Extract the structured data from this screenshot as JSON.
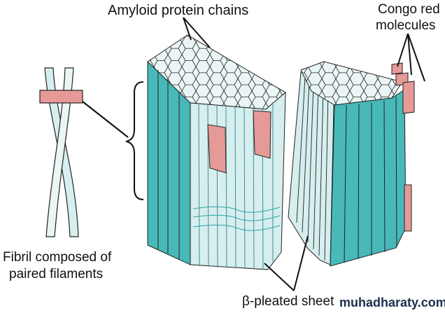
{
  "labels": {
    "amyloid": "Amyloid protein chains",
    "congo_line1": "Congo red",
    "congo_line2": "molecules",
    "fibril_line1": "Fibril composed of",
    "fibril_line2": "paired filaments",
    "beta_sheet": "β-pleated sheet"
  },
  "watermark": "muhadharaty.com",
  "colors": {
    "teal": "#48b8b9",
    "light_teal": "#d7eeee",
    "pale_teal": "#eaf6f5",
    "congo_red": "#e59a98",
    "line": "#111111"
  }
}
